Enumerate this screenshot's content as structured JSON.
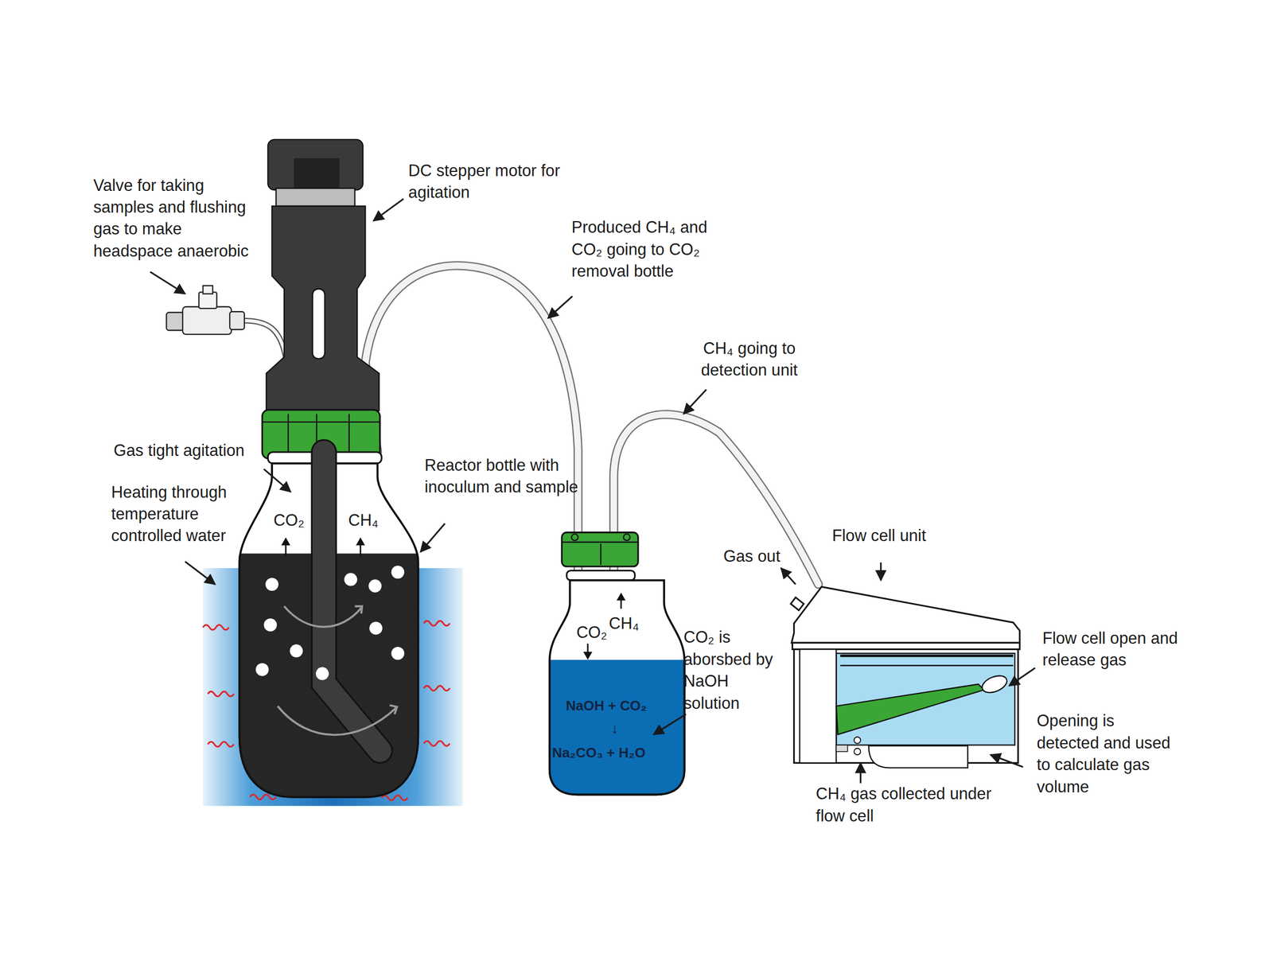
{
  "diagram": {
    "nodes": [
      {
        "text": [
          "CO₂",
          "CH₄"
        ]
      },
      {
        "text": [
          "CO₂",
          "CH₄",
          "NaOH + CO₂",
          "↓",
          "Na₂CO₃ + H₂O"
        ]
      },
      {
        "text": [
          "Flow cell unit"
        ]
      }
    ],
    "edges": [
      {
        "from": 0,
        "to": 1,
        "arrow": "none"
      },
      {
        "from": 1,
        "to": 2,
        "arrow": "none"
      }
    ],
    "labels": [
      "Valve for taking samples and flushing gas to make headspace anaerobic",
      "DC stepper motor for agitation",
      "Produced CH₄ and CO₂ going to CO₂ removal bottle",
      "CH₄ going to detection unit",
      "Gas tight agitation",
      "Heating through temperature controlled water",
      "Reactor bottle with inoculum and sample",
      "CO₂ is aborsbed by NaOH solution",
      "Gas out",
      "Flow cell open and release gas",
      "Opening is detected and used to calculate gas volume",
      "CH₄ gas collected under flow cell"
    ]
  }
}
